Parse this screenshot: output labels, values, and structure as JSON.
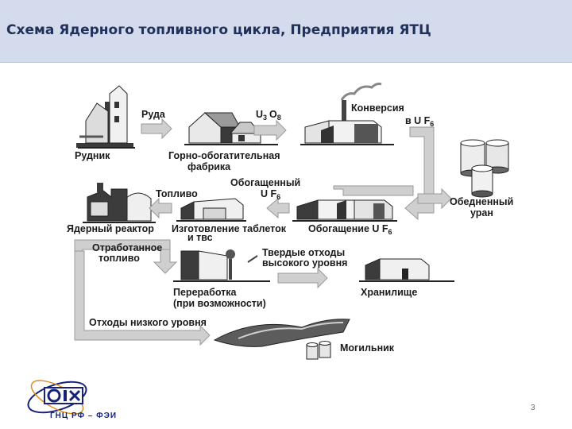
{
  "header": {
    "title": "Схема Ядерного топливного цикла, Предприятия ЯТЦ"
  },
  "diagram": {
    "labels": {
      "ore": "Руда",
      "u3o8_main": "U",
      "u3o8_sub3": "3",
      "u3o8_o": "O",
      "u3o8_sub8": "8",
      "conversion": "Конверсия",
      "conversion_to": "в U F",
      "conversion_to_sub": "6",
      "mine": "Рудник",
      "mill_1": "Горно-обогатительная",
      "mill_2": "фабрика",
      "fuel": "Топливо",
      "enriched_1": "Обогащенный",
      "enriched_2": "U F",
      "enriched_sub": "6",
      "depleted_1": "Обедненный",
      "depleted_2": "уран",
      "reactor": "Ядерный реактор",
      "fabrication_1": "Изготовление таблеток",
      "fabrication_2": "и твс",
      "enrichment": "Обогащение U F",
      "enrichment_sub": "6",
      "spent_1": "Отработанное",
      "spent_2": "топливо",
      "solid_waste_1": "Твердые отходы",
      "solid_waste_2": "высокого уровня",
      "reprocessing_1": "Переработка",
      "reprocessing_2": "(при возможности)",
      "storage": "Хранилище",
      "low_waste": "Отходы низкого уровня",
      "repository": "Могильник"
    }
  },
  "logo": {
    "caption": "ГНЦ РФ – ФЭИ"
  },
  "footer": {
    "page_number": "3"
  },
  "colors": {
    "header_bg": "#d3dbec",
    "title": "#20305a",
    "arrow": "#cfcfcf",
    "logo": "#16227a",
    "logo_accent": "#e28a1f"
  }
}
